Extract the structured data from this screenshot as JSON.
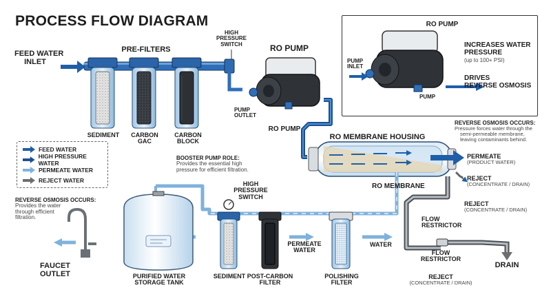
{
  "title": "PROCESS FLOW DIAGRAM",
  "feed": {
    "line1": "FEED WATER",
    "line2": "INLET"
  },
  "prefilters": {
    "header": "PRE-FILTERS",
    "sediment": "SEDIMENT",
    "carbon_gac": {
      "line1": "CARBON",
      "line2": "GAC"
    },
    "carbon_block": {
      "line1": "CARBON",
      "line2": "BLOCK"
    }
  },
  "hp_switch_top": {
    "line1": "HIGH",
    "line2": "PRESSURE",
    "line3": "SWITCH"
  },
  "ro_pump": {
    "title": "RO PUMP",
    "outlet": {
      "line1": "PUMP",
      "line2": "OUTLET"
    },
    "caption": "RO PUMP"
  },
  "inset": {
    "title": "RO PUMP",
    "pump_inlet": {
      "line1": "PUMP",
      "line2": "INLET"
    },
    "pump_label": "PUMP",
    "increases": {
      "line1": "INCREASES WATER",
      "line2": "PRESSURE",
      "sub": "(up to 100+ PSI)"
    },
    "drives": {
      "line1": "DRIVES",
      "line2": "REVERSE OSMOSIS"
    }
  },
  "ro_occurs_right": {
    "title": "REVERSE OSMOSIS OCCURS:",
    "line1": "Pressure forces water through the",
    "line2": "semi-permeable membrane,",
    "line3": "leaving contaminants behind."
  },
  "membrane": {
    "housing": "RO MEMBRANE HOUSING",
    "label": "RO MEMBRANE",
    "permeate": "PERMEATE",
    "permeate_sub": "(PRODUCT WATER)",
    "reject": "REJECT",
    "reject_sub": "(CONCENTRATE / DRAIN)"
  },
  "reject2": {
    "label": "REJECT",
    "sub": "(CONCENTRATE / DRAIN)"
  },
  "flow_restrictor": {
    "line1": "FLOW",
    "line2": "RESTRICTOR"
  },
  "flow_restrictor2": {
    "line1": "FLOW",
    "line2": "RESTRICTOR"
  },
  "reject3": {
    "label": "REJECT",
    "sub": "(CONCENTRATE / DRAIN)"
  },
  "drain": "DRAIN",
  "legend": {
    "items": [
      {
        "label": "FEED WATER",
        "color": "#1f5fa8"
      },
      {
        "label": "HIGH PRESSURE WATER",
        "color": "#1b4f91"
      },
      {
        "label": "PERMEATE WATER",
        "color": "#7fb2dd"
      },
      {
        "label": "REJECT WATER",
        "color": "#6e6e6e"
      }
    ]
  },
  "booster": {
    "title": "BOOSTER PUMP ROLE:",
    "line1": "Provides the essential high",
    "line2": "pressure for efficient filtration."
  },
  "hp_switch_bottom": {
    "line1": "HIGH",
    "line2": "PRESSURE",
    "line3": "SWITCH"
  },
  "ro_occurs_left": {
    "title": "REVERSE OSMOSIS OCCURS:",
    "line1": "Provides the water",
    "line2": "through efficient",
    "line3": "filtration."
  },
  "faucet": {
    "line1": "FAUCET",
    "line2": "OUTLET"
  },
  "tank": {
    "line1": "PURIFIED WATER",
    "line2": "STORAGE TANK"
  },
  "sediment_bottom": "SEDIMENT",
  "post_carbon": {
    "line1": "POST-CARBON",
    "line2": "FILTER"
  },
  "permeate_water": {
    "line1": "PERMEATE",
    "line2": "WATER"
  },
  "polishing": {
    "line1": "POLISHING",
    "line2": "FILTER"
  },
  "water": "WATER"
}
